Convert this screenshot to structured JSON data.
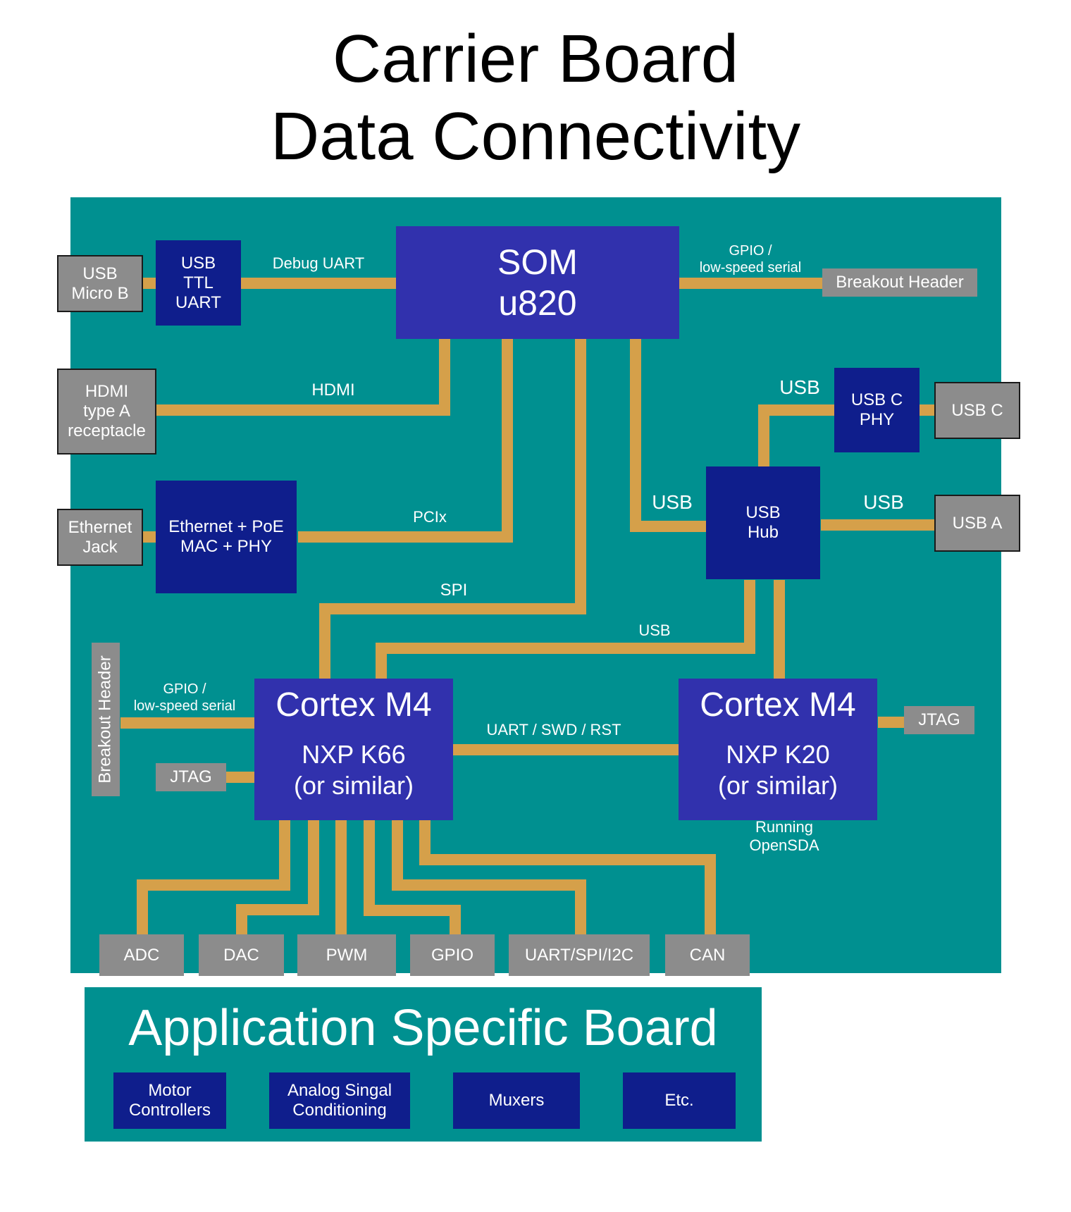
{
  "title": {
    "line1": "Carrier Board",
    "line2": "Data Connectivity"
  },
  "colors": {
    "board": "#009090",
    "wire": "#d5a04a",
    "connector": "#8c8c8c",
    "chip_dark": "#0f1e8c",
    "chip_light": "#3131ad"
  },
  "connectors": {
    "usb_micro_b": "USB\nMicro B",
    "hdmi_receptacle": "HDMI\ntype A\nreceptacle",
    "ethernet_jack": "Ethernet\nJack",
    "breakout_header_top": "Breakout Header",
    "usb_c": "USB C",
    "usb_a": "USB A",
    "breakout_header_left": "Breakout Header",
    "jtag_left": "JTAG",
    "jtag_right": "JTAG"
  },
  "chips": {
    "usb_ttl_uart": "USB\nTTL\nUART",
    "som_line1": "SOM",
    "som_line2": "u820",
    "ethernet_mac": "Ethernet + PoE\nMAC + PHY",
    "usb_c_phy": "USB C\nPHY",
    "usb_hub": "USB\nHub",
    "k66_title": "Cortex M4",
    "k66_sub": "NXP K66\n(or similar)",
    "k20_title": "Cortex M4",
    "k20_sub": "NXP K20\n(or similar)"
  },
  "wire_labels": {
    "debug_uart": "Debug UART",
    "gpio_top": "GPIO /\nlow-speed serial",
    "hdmi": "HDMI",
    "usb_to_usbc_phy": "USB",
    "usb_som_hub": "USB",
    "usb_hub_usba": "USB",
    "pcix": "PCIx",
    "spi": "SPI",
    "usb_hub_k66": "USB",
    "gpio_left": "GPIO /\nlow-speed serial",
    "uart_swd_rst": "UART / SWD / RST",
    "running_opensda": "Running\nOpenSDA"
  },
  "peripherals": [
    "ADC",
    "DAC",
    "PWM",
    "GPIO",
    "UART/SPI/I2C",
    "CAN"
  ],
  "app_board": {
    "title": "Application Specific Board",
    "items": [
      "Motor\nControllers",
      "Analog Singal\nConditioning",
      "Muxers",
      "Etc."
    ]
  }
}
